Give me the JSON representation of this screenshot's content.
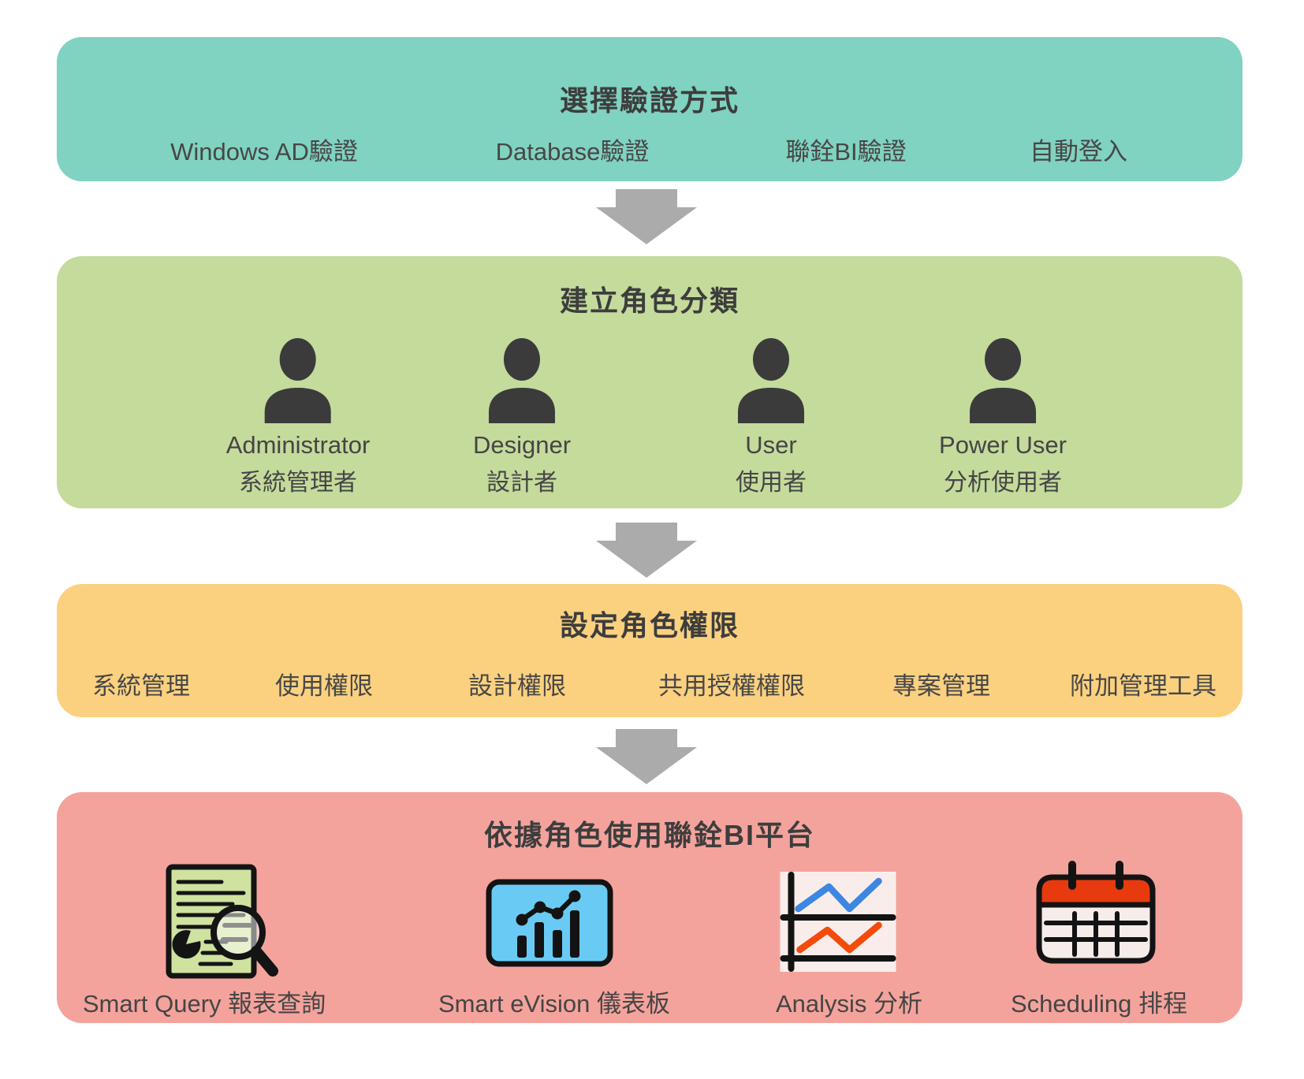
{
  "colors": {
    "auth_box": "#80d2c1",
    "roles_box": "#c4db9c",
    "permissions_box": "#fbd180",
    "platform_box": "#f4a39c",
    "arrow": "#ababab",
    "title_text": "#3d3d3d",
    "item_text": "#474747",
    "person_icon": "#3b3b3b",
    "report_paper": "#cfe2a0",
    "dashboard_blue": "#69cbf4",
    "chart_bg": "#f9edeb",
    "chart_line_blue": "#3d87e2",
    "chart_line_orange": "#f44b0a",
    "calendar_header_red": "#e73a0e",
    "calendar_body": "#f6ece9"
  },
  "sections": {
    "auth": {
      "title": "選擇驗證方式",
      "items": [
        "Windows AD驗證",
        "Database驗證",
        "聯銓BI驗證",
        "自動登入"
      ]
    },
    "roles": {
      "title": "建立角色分類",
      "roles": [
        {
          "en": "Administrator",
          "zh": "系統管理者"
        },
        {
          "en": "Designer",
          "zh": "設計者"
        },
        {
          "en": "User",
          "zh": "使用者"
        },
        {
          "en": "Power User",
          "zh": "分析使用者"
        }
      ]
    },
    "permissions": {
      "title": "設定角色權限",
      "items": [
        "系統管理",
        "使用權限",
        "設計權限",
        "共用授權權限",
        "專案管理",
        "附加管理工具"
      ]
    },
    "platform": {
      "title": "依據角色使用聯銓BI平台",
      "apps": [
        {
          "label": "Smart Query 報表查詢",
          "icon": "report-search-icon"
        },
        {
          "label": "Smart eVision 儀表板",
          "icon": "bar-chart-dashboard-icon"
        },
        {
          "label": "Analysis 分析",
          "icon": "line-chart-icon"
        },
        {
          "label": "Scheduling 排程",
          "icon": "calendar-icon"
        }
      ]
    }
  }
}
